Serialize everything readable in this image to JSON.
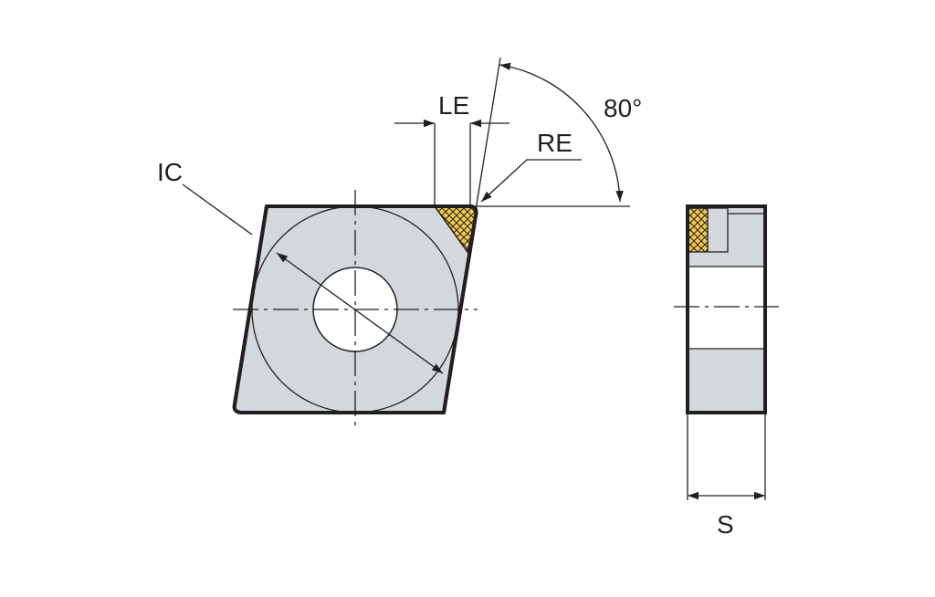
{
  "labels": {
    "ic": "IC",
    "le": "LE",
    "re": "RE",
    "angle": "80°",
    "s": "S"
  },
  "colors": {
    "insert_fill": "#d2d8dc",
    "tip_fill": "#f2c94c",
    "outline": "#231f20",
    "background": "#ffffff"
  }
}
